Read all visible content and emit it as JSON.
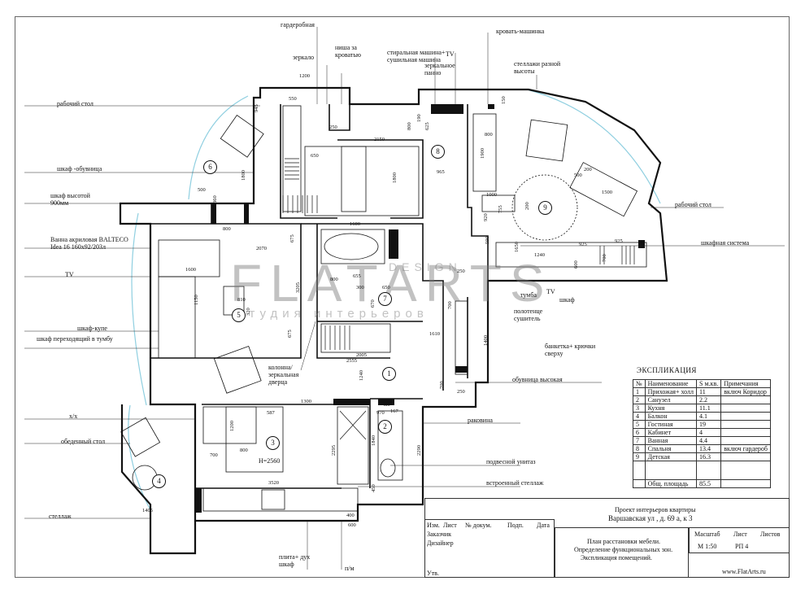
{
  "labels": {
    "wardrobe_room": "гардеробная",
    "mirror": "зеркало",
    "niche_behind_bed": "ниша за кроватью",
    "washing_machine": "стиральная машина+ сушильная машина",
    "tv_top": "TV",
    "mirror_panel": "зеркальное панно",
    "car_bed": "кровать-машинка",
    "shelves": "стеллажи разной высоты",
    "work_desk_left": "рабочий стол",
    "shoe_cabinet": "шкаф -обувница",
    "cabinet_900": "шкаф высотой 900мм",
    "bath": "Ванна акриловая BALTECO Idea 16 160х92/203л",
    "tv_left": "TV",
    "sliding_wardrobe": "шкаф-купе",
    "cabinet_to_stand": "шкаф переходящий в тумбу",
    "column_mirror": "колонна/ зеркальная дверца",
    "work_desk_right": "рабочий стол",
    "wardrobe_system": "шкафная система",
    "stand_tv": "тумба",
    "tv_stand_right": "TV",
    "cabinet_right": "шкаф",
    "towel_dryer": "полотенце сушитель",
    "bench_hooks": "банкетка+ крючки сверху",
    "shoe_tall": "обувница высокая",
    "sink": "раковина",
    "xh": "х/х",
    "dining_table": "обеденный стол",
    "hanging_toilet": "подвесной унитаз",
    "built_in_shelf": "встроенный стеллаж",
    "shelving": "стеллаж",
    "stove_oven": "плита+ дух шкаф",
    "dishwasher": "п/м",
    "height": "Н=2560"
  },
  "rooms": [
    "1",
    "2",
    "3",
    "4",
    "5",
    "6",
    "7",
    "8",
    "9"
  ],
  "dims": {
    "d1200": "1200",
    "d550": "550",
    "d945": "945",
    "d250a": "250",
    "d650": "650",
    "d800a": "800",
    "d190": "190",
    "d625": "625",
    "d2150": "2150",
    "d965": "965",
    "d1800a": "1800",
    "d1800b": "1800",
    "d500a": "500",
    "d360": "360",
    "d800b": "800",
    "d1600a": "1600",
    "d675a": "675",
    "d2070": "2070",
    "d1600b": "1600",
    "d3205": "3205",
    "d655": "655",
    "d800c": "800",
    "d300": "300",
    "d650b": "650",
    "d1150": "1150",
    "d810": "810",
    "d320": "320",
    "d670": "670",
    "d675b": "675",
    "d2005": "2005",
    "d2555": "2555",
    "d1610": "1610",
    "d1240a": "1240",
    "d1300": "1300",
    "d587": "587",
    "d1200b": "1200",
    "d700": "700",
    "d800d": "800",
    "d3520": "3520",
    "d1405": "1405",
    "d400": "400",
    "d600": "600",
    "d2295": "2295",
    "d1840": "1840",
    "d450": "450",
    "d2290": "2290",
    "d1400": "1400",
    "d700b": "700",
    "d250b": "250",
    "d925a": "925",
    "d925b": "925",
    "d1240b": "1240",
    "d600b": "600",
    "d920": "920",
    "d755": "755",
    "d200": "200",
    "d1900": "1900",
    "d1500": "1500",
    "d500b": "500",
    "d200b": "200",
    "d1000": "1000",
    "d700c": "700",
    "d480": "480",
    "d167": "167",
    "d970": "970",
    "d250c": "250",
    "d590": "590",
    "d1650": "1650",
    "d700d": "700",
    "d150": "150",
    "d800e": "800"
  },
  "watermark": {
    "big": "FLATARTS",
    "sub": "студия интерьеров",
    "design": "DESIGN"
  },
  "explication": {
    "title": "ЭКСПЛИКАЦИЯ",
    "headers": [
      "№",
      "Наименование",
      "S м.кв.",
      "Примечания"
    ],
    "rows": [
      [
        "1",
        "Прихожая+ холл",
        "11",
        "включ Коридор"
      ],
      [
        "2",
        "Санузел",
        "2.2",
        ""
      ],
      [
        "3",
        "Кухня",
        "11.1",
        ""
      ],
      [
        "4",
        "Балкон",
        "4.1",
        ""
      ],
      [
        "5",
        "Гостиная",
        "19",
        ""
      ],
      [
        "6",
        "Кабинет",
        "4",
        ""
      ],
      [
        "7",
        "Ванная",
        "4.4",
        ""
      ],
      [
        "8",
        "Спальня",
        "13.4",
        "включ гардероб"
      ],
      [
        "9",
        "Детская",
        "16.3",
        ""
      ]
    ],
    "total_label": "Общ. площадь",
    "total_value": "85.5"
  },
  "title_block": {
    "project": "Проект интерьеров квартиры",
    "address": "Варшавская ул , д. 69 а, к 3",
    "col_izm": "Изм.",
    "col_list": "Лист",
    "col_doc": "№ докум.",
    "col_sign": "Подп.",
    "col_date": "Дата",
    "customer": "Заказчик",
    "designer": "Дизайнер",
    "approved": "Утв.",
    "desc1": "План расстановки мебели.",
    "desc2": "Определение функциональных зон.",
    "desc3": "Экспликация помещений.",
    "scale_label": "Масштаб",
    "sheet_label": "Лист",
    "sheets_label": "Листов",
    "scale": "М 1:50",
    "sheet": "РП 4",
    "site": "www.FlatArts.ru"
  }
}
